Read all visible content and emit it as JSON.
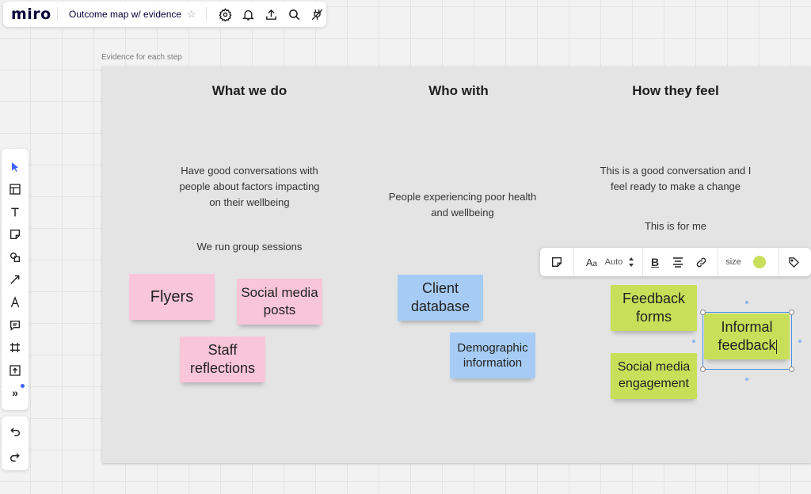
{
  "app": {
    "logo": "miro",
    "board_title": "Outcome map w/ evidence",
    "icons": [
      "star-icon",
      "gear-icon",
      "bell-icon",
      "upload-icon",
      "search-icon",
      "plug-icon"
    ]
  },
  "frame": {
    "label": "Evidence for each step",
    "columns": [
      {
        "heading": "What we do",
        "texts": [
          "Have good conversations with",
          "people about factors impacting",
          "on their wellbeing",
          "We run group sessions"
        ],
        "stickies": [
          "Flyers",
          "Social media posts",
          "Staff reflections"
        ]
      },
      {
        "heading": "Who with",
        "texts": [
          "People experiencing poor health",
          "and wellbeing"
        ],
        "stickies": [
          "Client database",
          "Demographic information"
        ]
      },
      {
        "heading": "How they feel",
        "texts": [
          "This is a good conversation and I",
          "feel ready to make a change",
          "This is for me"
        ],
        "stickies": [
          "Feedback forms",
          "Informal feedback",
          "Social media engagement"
        ]
      }
    ]
  },
  "sticky_colors": {
    "pink": "#f8c6d8",
    "blue": "#a6ccf5",
    "green": "#c8e059"
  },
  "toolbar": {
    "font_size_label": "Auto",
    "size_label": "size",
    "selected_color": "#c8e059",
    "icons": [
      "sticky-type-icon",
      "font-icon",
      "bold-icon",
      "align-icon",
      "link-icon",
      "tag-icon"
    ]
  },
  "sidebar": {
    "tools": [
      "select",
      "templates",
      "text",
      "sticky-note",
      "shapes",
      "connector",
      "pen",
      "comment",
      "frame",
      "upload",
      "more"
    ],
    "undo_icons": [
      "undo",
      "redo"
    ]
  }
}
